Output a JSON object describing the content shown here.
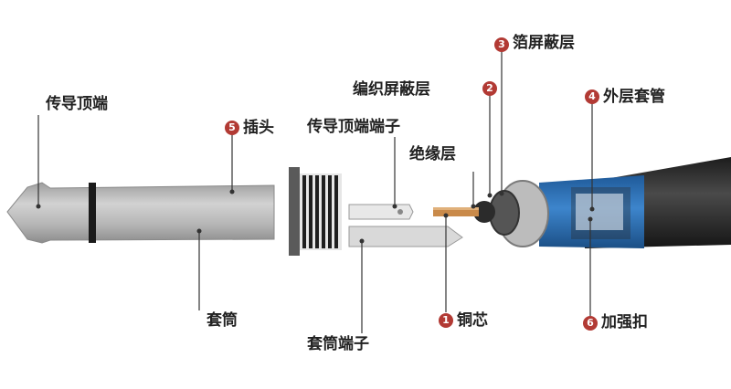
{
  "labels": {
    "tip": "传导顶端",
    "plug": "插头",
    "tip_terminal": "传导顶端端子",
    "braid_shield": "编织屏蔽层",
    "foil_shield": "箔屏蔽层",
    "insulation": "绝缘层",
    "outer_jacket": "外层套管",
    "sleeve": "套筒",
    "sleeve_terminal": "套筒端子",
    "copper_core": "铜芯",
    "strain_relief": "加强扣"
  },
  "badges": {
    "copper_core": "1",
    "braid_shield": "2",
    "foil_shield": "3",
    "outer_jacket": "4",
    "plug": "5",
    "strain_relief": "6"
  },
  "colors": {
    "badge": "#b23a34",
    "metal": "#b8b8b8",
    "metal_dark": "#8a8a8a",
    "cable_blue": "#2d6fb5",
    "cable_black": "#2a2a2a",
    "copper": "#c98a4a"
  }
}
